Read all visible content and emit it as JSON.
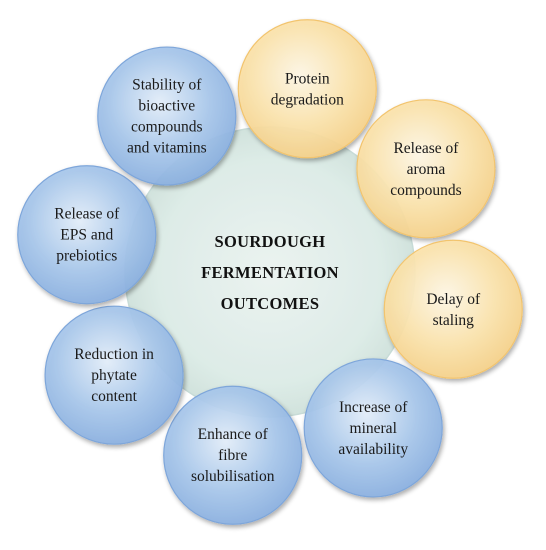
{
  "center": {
    "lines": [
      "SOURDOUGH",
      "FERMENTATION",
      "OUTCOMES"
    ]
  },
  "nodes": [
    {
      "id": "protein-degradation",
      "lines": [
        "Protein",
        "degradation"
      ],
      "theme": "yellow"
    },
    {
      "id": "aroma-compounds",
      "lines": [
        "Release of",
        "aroma",
        "compounds"
      ],
      "theme": "yellow"
    },
    {
      "id": "delay-staling",
      "lines": [
        "Delay of",
        "staling"
      ],
      "theme": "yellow"
    },
    {
      "id": "mineral-availability",
      "lines": [
        "Increase of",
        "mineral",
        "availability"
      ],
      "theme": "blue"
    },
    {
      "id": "fibre-solubilisation",
      "lines": [
        "Enhance of",
        "fibre",
        "solubilisation"
      ],
      "theme": "blue"
    },
    {
      "id": "phytate-content",
      "lines": [
        "Reduction in",
        "phytate",
        "content"
      ],
      "theme": "blue"
    },
    {
      "id": "eps-prebiotics",
      "lines": [
        "Release of",
        "EPS and",
        "prebiotics"
      ],
      "theme": "blue"
    },
    {
      "id": "bioactive-stability",
      "lines": [
        "Stability of",
        "bioactive",
        "compounds",
        "and vitamins"
      ],
      "theme": "blue"
    }
  ],
  "colors": {
    "yellow_fill": "#fbdfa3",
    "yellow_stroke": "#f2c46e",
    "blue_fill": "#9fc2ea",
    "blue_stroke": "#7ea6da",
    "center_fill": "#d7e8e3",
    "center_stroke": "#c5dad5"
  }
}
